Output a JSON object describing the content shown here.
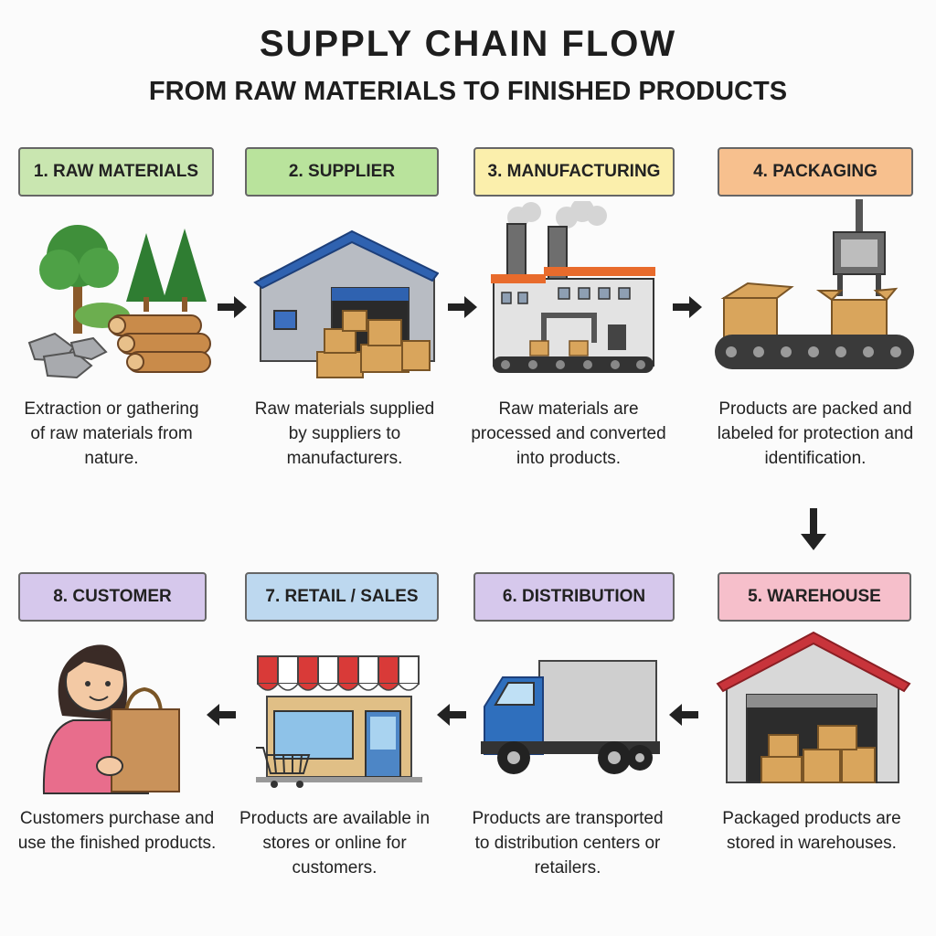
{
  "title": "SUPPLY  CHAIN  FLOW",
  "subtitle": "FROM RAW MATERIALS TO FINISHED PRODUCTS",
  "steps": [
    {
      "label": "1. RAW MATERIALS",
      "color": "#c9e6b0",
      "description": "Extraction or gathering of raw materials from nature."
    },
    {
      "label": "2. SUPPLIER",
      "color": "#b9e39c",
      "description": "Raw materials supplied by suppliers to manufacturers."
    },
    {
      "label": "3. MANUFACTURING",
      "color": "#fbefac",
      "description": "Raw materials are processed and converted into products."
    },
    {
      "label": "4.  PACKAGING",
      "color": "#f7c08e",
      "description": "Products are packed and labeled for protection and identification."
    },
    {
      "label": "5. WAREHOUSE",
      "color": "#f6bfcb",
      "description": "Packaged products are stored in warehouses."
    },
    {
      "label": "6. DISTRIBUTION",
      "color": "#d6c8ec",
      "description": "Products are transported to distribution centers or retailers."
    },
    {
      "label": "7.  RETAIL / SALES",
      "color": "#bdd8ef",
      "description": "Products are available in stores or online for customers."
    },
    {
      "label": "8. CUSTOMER",
      "color": "#d6c8ec",
      "description": "Customers purchase and use the finished products."
    }
  ],
  "icons": [
    "trees-logs-rocks-icon",
    "supplier-warehouse-icon",
    "factory-icon",
    "packaging-conveyor-icon",
    "warehouse-icon",
    "delivery-truck-icon",
    "retail-store-icon",
    "customer-shopping-bag-icon"
  ]
}
